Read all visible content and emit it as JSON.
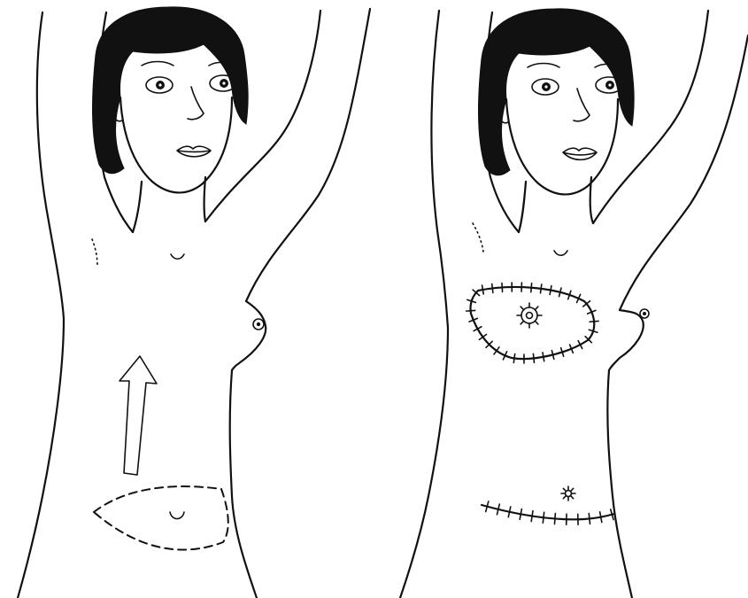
{
  "figure": {
    "panels": [
      {
        "id": "before",
        "marks": [
          "flap-outline",
          "donor-direction-arrow"
        ]
      },
      {
        "id": "after",
        "marks": [
          "transferred-flap-with-sutures",
          "reconstructed-areola",
          "abdominal-suture-line",
          "new-umbilicus"
        ]
      }
    ],
    "colors": {
      "ink": "#111111",
      "background": "#ffffff"
    }
  }
}
